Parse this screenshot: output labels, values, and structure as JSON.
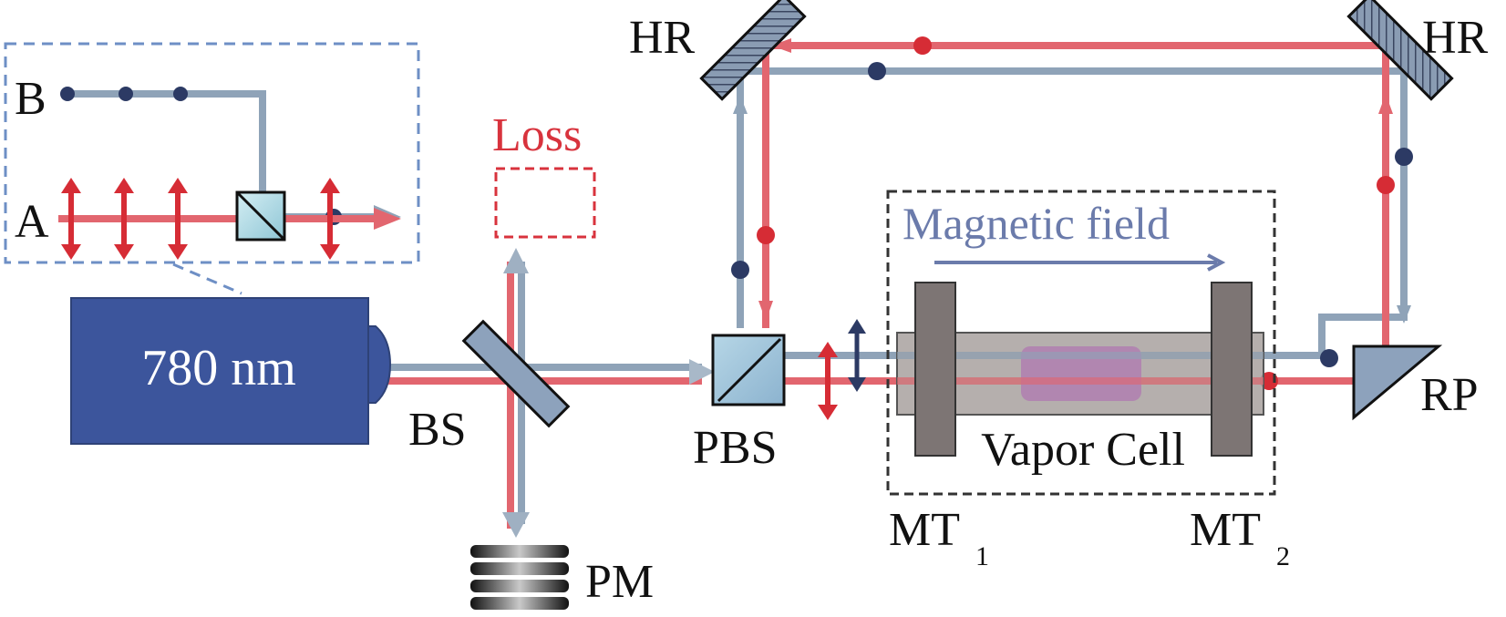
{
  "labels": {
    "laser": "780 nm",
    "bs": "BS",
    "pbs": "PBS",
    "pm": "PM",
    "loss": "Loss",
    "hr_left": "HR",
    "hr_right": "HR",
    "rp": "RP",
    "vapor_cell": "Vapor Cell",
    "magnetic_field": "Magnetic field",
    "mt1": "MT",
    "mt1_sub": "1",
    "mt2": "MT",
    "mt2_sub": "2",
    "inset_a": "A",
    "inset_b": "B"
  },
  "colors": {
    "red_beam": "#e2666f",
    "red_marker": "#d62c35",
    "blue_beam": "#8fa3b8",
    "blue_dot": "#2c3a64",
    "laser_body": "#3c559c",
    "mount": "#7d7574",
    "cell": "#a8a19f",
    "cell_core": "#b07fb0",
    "loss": "#d8333d",
    "magnetic_text": "#6b7bab"
  }
}
